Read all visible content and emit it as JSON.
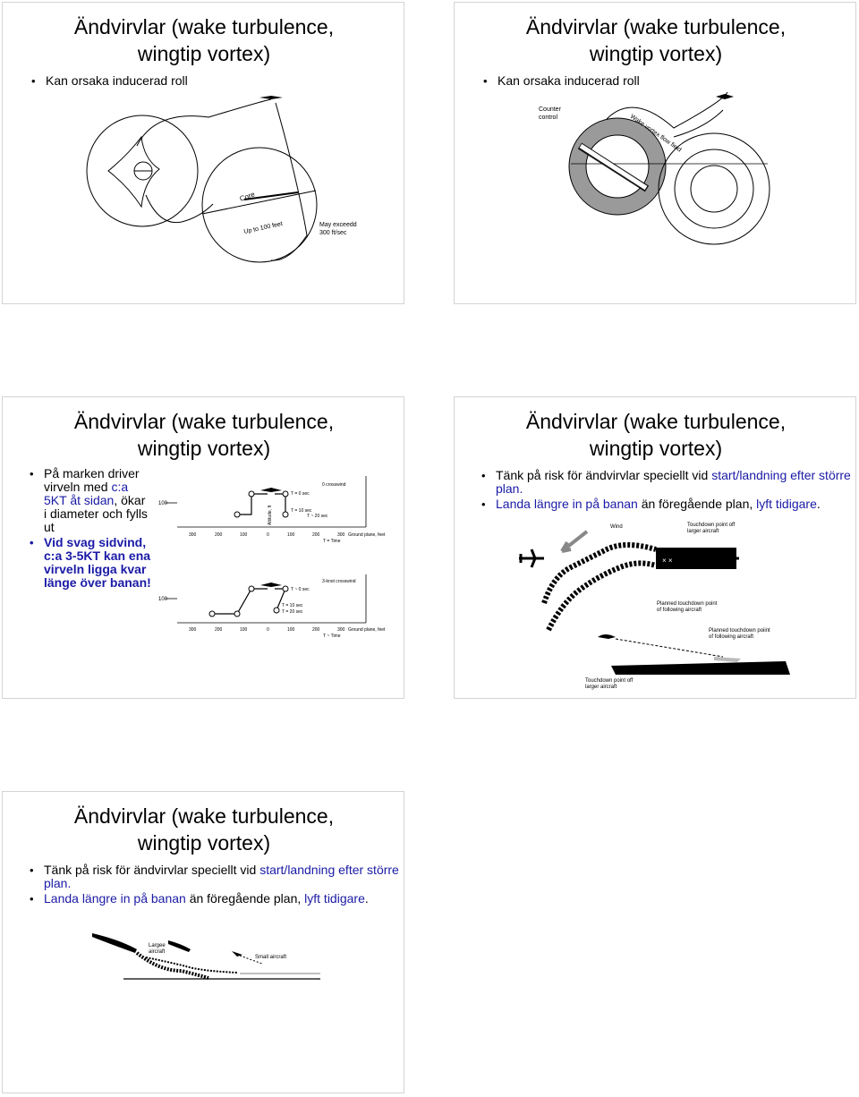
{
  "slides": [
    {
      "title_line1": "Ändvirvlar (wake turbulence,",
      "title_line2": "wingtip vortex)",
      "bullet": "Kan orsaka inducerad roll",
      "figure": {
        "core": "Core",
        "up_to": "Up to 100 feet",
        "may_exceed_1": "May exceedd",
        "may_exceed_2": "300 ft/sec"
      }
    },
    {
      "title_line1": "Ändvirvlar (wake turbulence,",
      "title_line2": "wingtip vortex)",
      "bullet": "Kan orsaka inducerad roll",
      "figure": {
        "counter1": "Counter",
        "counter2": "control",
        "flow": "Wake vortex flow field"
      }
    },
    {
      "title_line1": "Ändvirvlar (wake turbulence,",
      "title_line2": "wingtip vortex)",
      "bullets": [
        {
          "parts": [
            "På marken driver virveln med ",
            "c:a 5KT åt sidan",
            ", ökar i diameter och fylls ut"
          ]
        },
        {
          "text": "Vid svag sidvind, c:a 3-5KT kan ena virveln ligga kvar länge över banan!"
        }
      ],
      "figure": {
        "top_y": "100",
        "bottom_y": "100",
        "altitude": "Altitude, ft",
        "top_t0": "T = 0 sec",
        "top_t10": "T = 10 sec",
        "top_t20": "T ~ 20 sec",
        "crosswind0": "0 crosswind",
        "bot_t0": "T ~ 0 sec",
        "bot_t10": "T = 10 sec",
        "bot_t20": "T = 20 sec",
        "crosswind3": "3-knot crosswind",
        "xticks": [
          "300",
          "200",
          "100",
          "0",
          "100",
          "200",
          "300"
        ],
        "ground": "Ground plane, feet",
        "time_top": "T = Time",
        "time_bot": "T ~ Time"
      }
    },
    {
      "title_line1": "Ändvirvlar (wake turbulence,",
      "title_line2": "wingtip vortex)",
      "bullet1": {
        "a": "Tänk på risk för ändvirvlar speciellt vid ",
        "b": "start/landning efter större plan",
        "c": "."
      },
      "bullet2": {
        "a": "Landa längre in på banan",
        "b": " än föregående plan, ",
        "c": "lyft tidigare",
        "d": "."
      },
      "figure": {
        "wind": "Wind",
        "td_larger_1": "Touchdown point off",
        "td_larger_2": "larger aircraft",
        "planned_1": "Planned touchdown point",
        "planned_2": "of following aircraft",
        "planned2_1": "Planned touchdown poiint",
        "planned2_2": "of following aircraft",
        "td2_1": "Touchdown point off",
        "td2_2": "larger aircraft"
      }
    },
    {
      "title_line1": "Ändvirvlar (wake turbulence,",
      "title_line2": "wingtip vortex)",
      "bullet1": {
        "a": "Tänk på risk för ändvirvlar speciellt vid ",
        "b": "start/landning efter större plan",
        "c": "."
      },
      "bullet2": {
        "a": "Landa längre in på banan",
        "b": " än föregående plan, ",
        "c": "lyft tidigare",
        "d": "."
      },
      "figure": {
        "larger1": "Largee",
        "larger2": "aircraft",
        "small": "Small aircraft"
      }
    }
  ]
}
